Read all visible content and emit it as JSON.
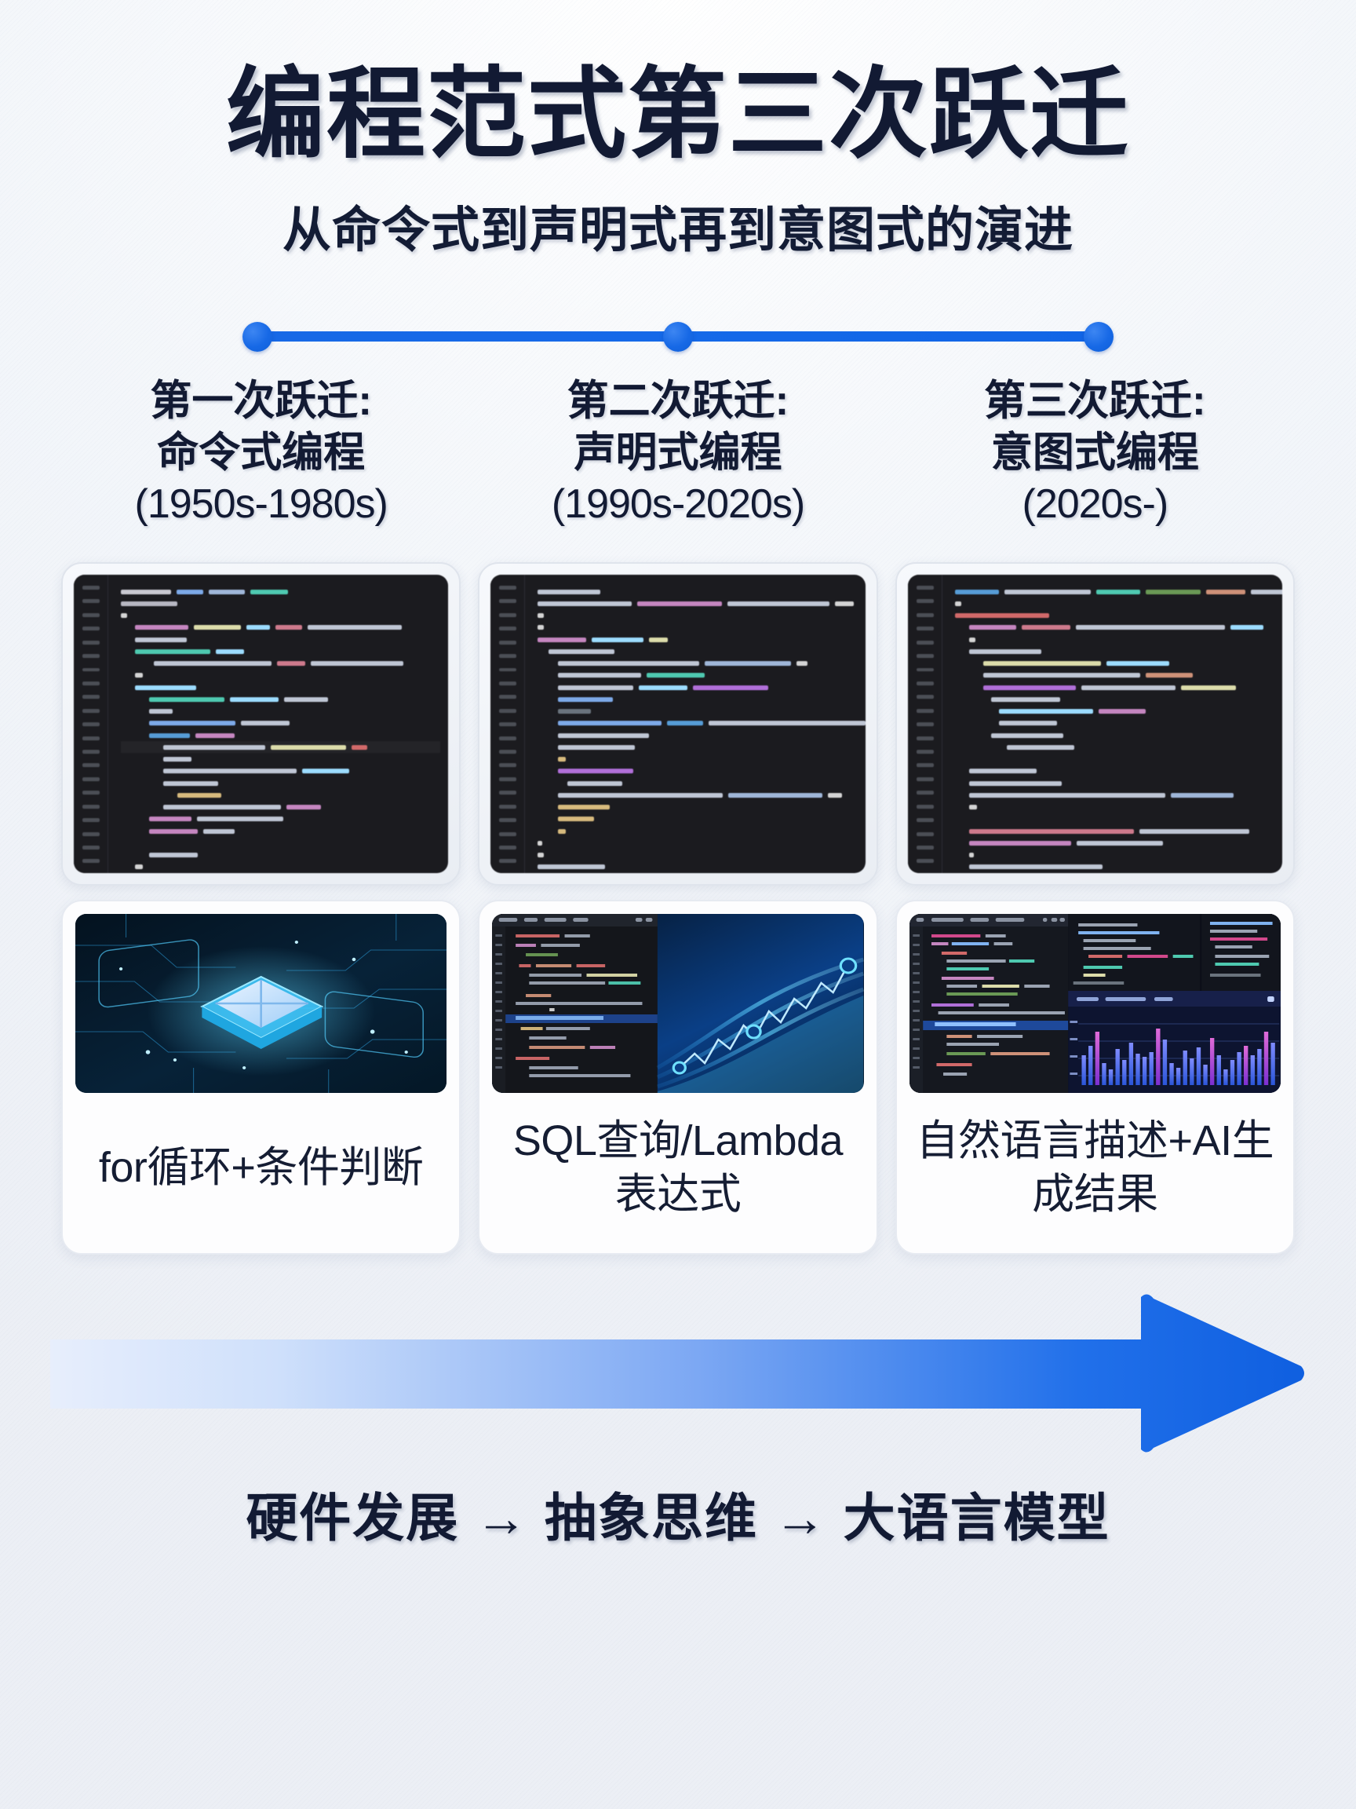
{
  "header": {
    "title": "编程范式第三次跃迁",
    "subtitle": "从命令式到声明式再到意图式的演进"
  },
  "timeline": {
    "accent_color": "#1769e6",
    "dots": [
      "stage-1",
      "stage-2",
      "stage-3"
    ]
  },
  "columns": [
    {
      "stage_label": "第一次跃迁:",
      "paradigm": "命令式编程",
      "era": "(1950s-1980s)",
      "code_card_name": "imperative-code-screenshot",
      "thumb_name": "cpu-chip-circuit-image",
      "caption": "for循环+条件判断"
    },
    {
      "stage_label": "第二次跃迁:",
      "paradigm": "声明式编程",
      "era": "(1990s-2020s)",
      "code_card_name": "declarative-code-screenshot",
      "thumb_name": "editor-and-rising-chart-image",
      "caption": "SQL查询/Lambda表达式"
    },
    {
      "stage_label": "第三次跃迁:",
      "paradigm": "意图式编程",
      "era": "(2020s-)",
      "code_card_name": "intentional-code-screenshot",
      "thumb_name": "ide-and-analytics-dashboard-image",
      "caption": "自然语言描述+AI生成结果"
    }
  ],
  "progress_arrow": {
    "direction": "right",
    "gradient_from": "#dce8fb",
    "gradient_to": "#1366e8"
  },
  "footer": {
    "text": "硬件发展 → 抽象思维 → 大语言模型"
  }
}
